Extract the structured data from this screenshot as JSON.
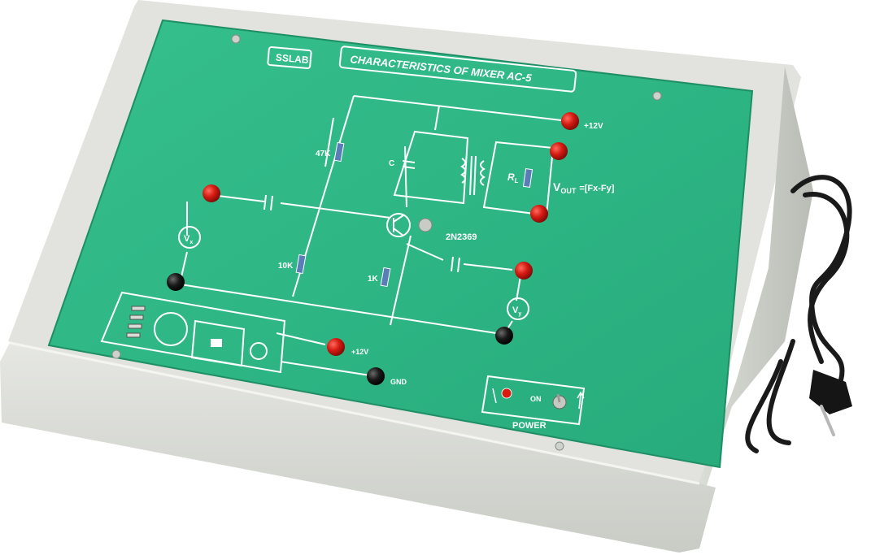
{
  "panel": {
    "brand": "SSLAB",
    "title": "CHARACTERISTICS OF MIXER   AC-5"
  },
  "labels": {
    "r47k": "47K",
    "r10k": "10K",
    "r1k": "1K",
    "cap_c": "C",
    "rl": "R",
    "rl_sub": "L",
    "vout": "V",
    "vout_sub": "OUT",
    "vout_formula": "=[Fx-Fy]",
    "transistor": "2N2369",
    "plus12v_top": "+12V",
    "plus12v_bottom": "+12V",
    "gnd": "GND",
    "vx": "V",
    "vx_sub": "x",
    "vy": "V",
    "vy_sub": "y",
    "on": "ON",
    "power": "POWER"
  },
  "colors": {
    "panel_green": "#2db887",
    "box_gray": "#d9dbd6",
    "socket_red": "#cc1111",
    "socket_black": "#111111",
    "silkscreen": "#ffffff"
  },
  "icons": [
    "resistor-icon",
    "capacitor-icon",
    "transformer-icon",
    "transistor-icon",
    "voltmeter-icon",
    "socket-icon",
    "led-icon",
    "toggle-switch-icon",
    "power-cord-icon",
    "screw-icon"
  ]
}
